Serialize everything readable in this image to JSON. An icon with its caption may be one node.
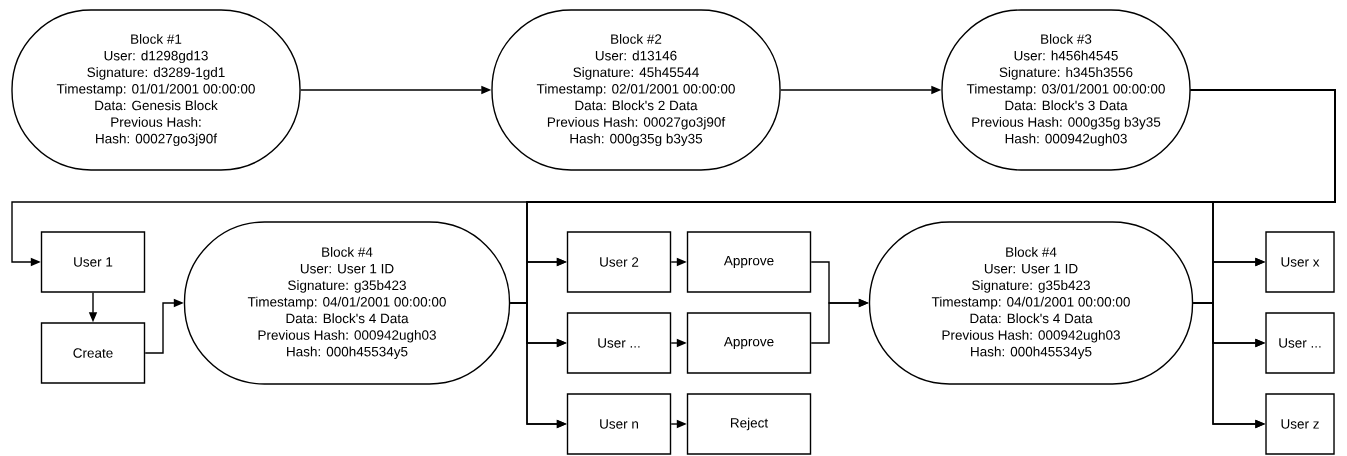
{
  "diagram": {
    "nodes": [
      {
        "text": [
          "Block #1",
          "User: d1298gd13",
          "Signature: d3289-1gd1",
          "Timestamp: 01/01/2001 00:00:00",
          "Data: Genesis Block",
          "Previous Hash:",
          "Hash: 00027go3j90f"
        ]
      },
      {
        "text": [
          "Block #2",
          "User: d13146",
          "Signature: 45h45544",
          "Timestamp: 02/01/2001 00:00:00",
          "Data:  Block's 2 Data",
          "Previous Hash: 00027go3j90f",
          "Hash: 000g35g b3y35"
        ]
      },
      {
        "text": [
          "Block #3",
          "User: h456h4545",
          "Signature: h345h3556",
          "Timestamp: 03/01/2001 00:00:00",
          "Data: Block's 3 Data",
          "Previous Hash: 000g35g b3y35",
          "Hash: 000942ugh03"
        ]
      },
      {
        "text": [
          "User 1"
        ]
      },
      {
        "text": [
          "Create"
        ]
      },
      {
        "text": [
          "Block #4",
          "User: User 1 ID",
          "Signature: g35b423",
          "Timestamp: 04/01/2001 00:00:00",
          "Data: Block's 4 Data",
          "Previous Hash: 000942ugh03",
          "Hash: 000h45534y5"
        ]
      },
      {
        "text": [
          "User 2"
        ]
      },
      {
        "text": [
          "User ..."
        ]
      },
      {
        "text": [
          "User n"
        ]
      },
      {
        "text": [
          "Approve"
        ]
      },
      {
        "text": [
          "Approve"
        ]
      },
      {
        "text": [
          "Reject"
        ]
      },
      {
        "text": [
          "Block #4",
          "User: User 1 ID",
          "Signature: g35b423",
          "Timestamp: 04/01/2001 00:00:00",
          "Data: Block's 4 Data",
          "Previous Hash: 000942ugh03",
          "Hash: 000h45534y5"
        ]
      },
      {
        "text": [
          "User x"
        ]
      },
      {
        "text": [
          "User ..."
        ]
      },
      {
        "text": [
          "User z"
        ]
      }
    ],
    "edges": [
      {
        "from": 0,
        "to": 1,
        "arrow": "to"
      },
      {
        "from": 1,
        "to": 2,
        "arrow": "to"
      },
      {
        "from": 2,
        "to": 3,
        "arrow": "to"
      },
      {
        "from": 2,
        "to": 6,
        "arrow": "to"
      },
      {
        "from": 2,
        "to": 7,
        "arrow": "to"
      },
      {
        "from": 2,
        "to": 8,
        "arrow": "to"
      },
      {
        "from": 2,
        "to": 13,
        "arrow": "to"
      },
      {
        "from": 2,
        "to": 14,
        "arrow": "to"
      },
      {
        "from": 2,
        "to": 15,
        "arrow": "to"
      },
      {
        "from": 3,
        "to": 4,
        "arrow": "to"
      },
      {
        "from": 4,
        "to": 5,
        "arrow": "to"
      },
      {
        "from": 5,
        "to": 6,
        "arrow": "to"
      },
      {
        "from": 5,
        "to": 7,
        "arrow": "to"
      },
      {
        "from": 5,
        "to": 8,
        "arrow": "to"
      },
      {
        "from": 6,
        "to": 9,
        "arrow": "to"
      },
      {
        "from": 7,
        "to": 10,
        "arrow": "to"
      },
      {
        "from": 8,
        "to": 11,
        "arrow": "to"
      },
      {
        "from": 9,
        "to": 12,
        "arrow": "to"
      },
      {
        "from": 10,
        "to": 12,
        "arrow": "to"
      },
      {
        "from": 12,
        "to": 13,
        "arrow": "to"
      },
      {
        "from": 12,
        "to": 14,
        "arrow": "to"
      },
      {
        "from": 12,
        "to": 15,
        "arrow": "to"
      }
    ]
  }
}
